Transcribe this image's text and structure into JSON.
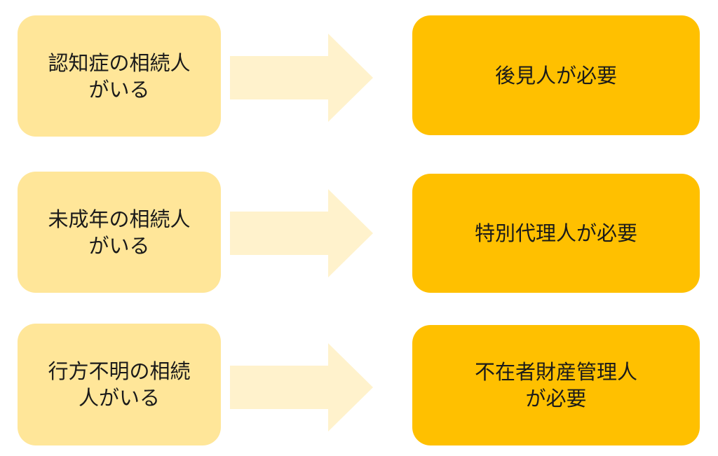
{
  "colors": {
    "condition_box": "#FFE699",
    "arrow": "#FFF2CC",
    "result_box": "#FFC000"
  },
  "rows": [
    {
      "condition": "認知症の相続人\nがいる",
      "result": "後見人が必要"
    },
    {
      "condition": "未成年の相続人\nがいる",
      "result": "特別代理人が必要"
    },
    {
      "condition": "行方不明の相続\n人がいる",
      "result": "不在者財産管理人\nが必要"
    }
  ]
}
